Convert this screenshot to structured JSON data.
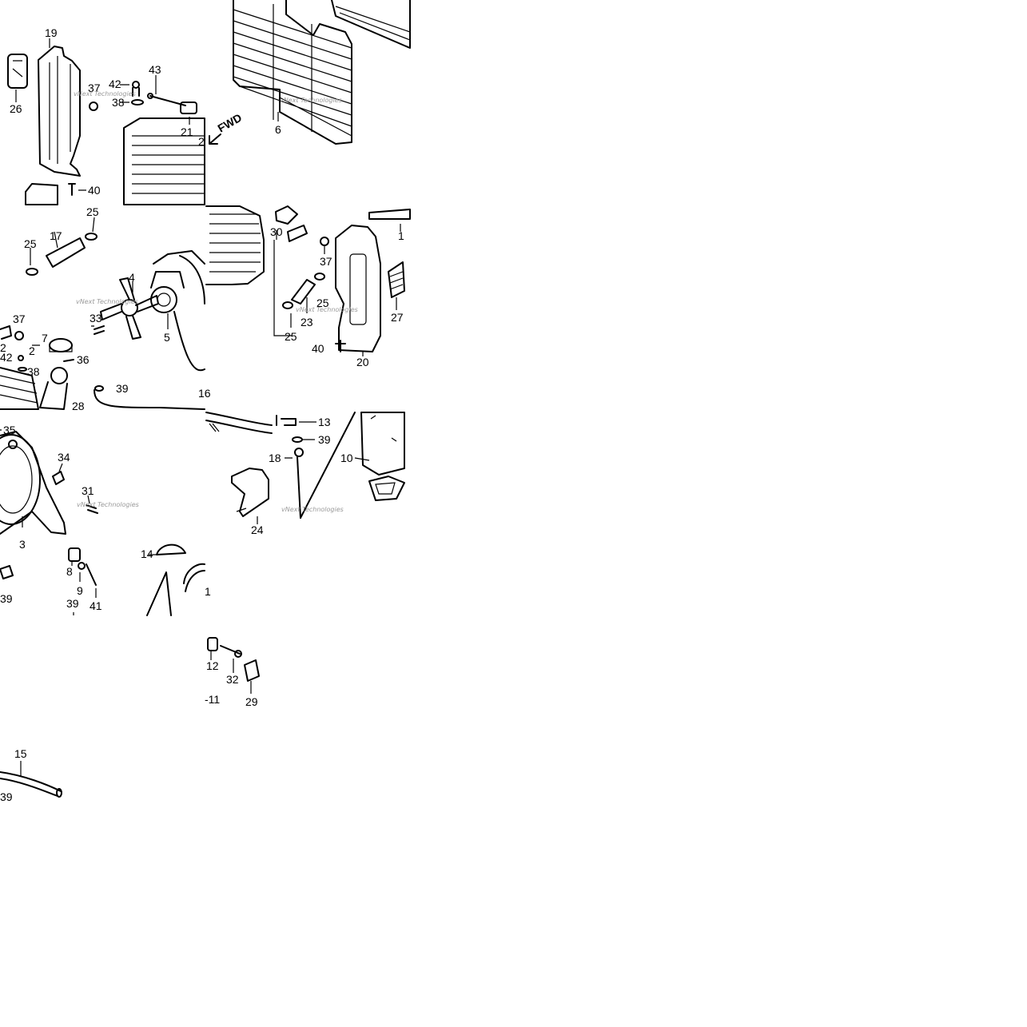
{
  "diagram": {
    "direction_label": "FWD",
    "watermark": "vNext Technologies",
    "callouts": [
      "19",
      "26",
      "37",
      "42",
      "38",
      "43",
      "21",
      "2",
      "40",
      "6",
      "25",
      "17",
      "4",
      "33",
      "5",
      "7",
      "36",
      "39",
      "28",
      "1",
      "30",
      "37",
      "23",
      "20",
      "27",
      "13",
      "18",
      "10",
      "24",
      "35",
      "34",
      "31",
      "3",
      "14",
      "8",
      "9",
      "41",
      "12",
      "32",
      "29",
      "-11",
      "15",
      "39",
      "25",
      "40",
      "25",
      "2",
      "42",
      "38",
      "37",
      "2",
      "1",
      "16",
      "39",
      "1",
      "6"
    ]
  }
}
